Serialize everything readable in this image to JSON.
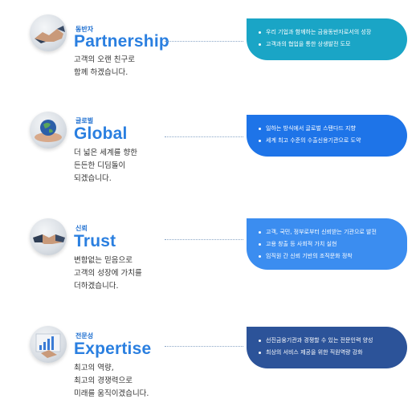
{
  "colors": {
    "title": "#2a7fe0",
    "kicker": "#1e6fd0",
    "pill_partnership": "#1aa5c6",
    "pill_global": "#1e74e8",
    "pill_trust": "#3b8df0",
    "pill_expertise": "#2c5399"
  },
  "sections": [
    {
      "kicker": "동반자",
      "title": "Partnership",
      "icon": "handshake-icon",
      "desc": [
        "고객의 오랜 친구로",
        "함께 하겠습니다."
      ],
      "bullets": [
        "우리 기업과 함께하는 금융동반자로서의 성장",
        "고객과의 협업을 통한 상생발전 도모"
      ]
    },
    {
      "kicker": "글로벌",
      "title": "Global",
      "icon": "globe-icon",
      "desc": [
        "더 넓은 세계를 향한",
        "든든한 디딤돌이",
        "되겠습니다."
      ],
      "bullets": [
        "일하는 방식에서 글로벌 스탠다드 지향",
        "세계 최고 수준의 수출신용기관으로 도약"
      ]
    },
    {
      "kicker": "신뢰",
      "title": "Trust",
      "icon": "handshake-icon",
      "desc": [
        "변함없는 믿음으로",
        "고객의 성장에 가치를",
        "더하겠습니다."
      ],
      "bullets": [
        "고객, 국민, 정부로부터 신뢰받는 기관으로 발전",
        "고용 창출 등 사회적 가치 실현",
        "임직원 간 신뢰 기반의 조직문화 정착"
      ]
    },
    {
      "kicker": "전문성",
      "title": "Expertise",
      "icon": "chart-icon",
      "desc": [
        "최고의 역량,",
        "최고의 경쟁력으로",
        "미래를 움직이겠습니다."
      ],
      "bullets": [
        "선진금융기관과 경쟁할 수 있는 전문인력 양성",
        "최상의 서비스 제공을 위한 직원역량 강화"
      ]
    }
  ]
}
